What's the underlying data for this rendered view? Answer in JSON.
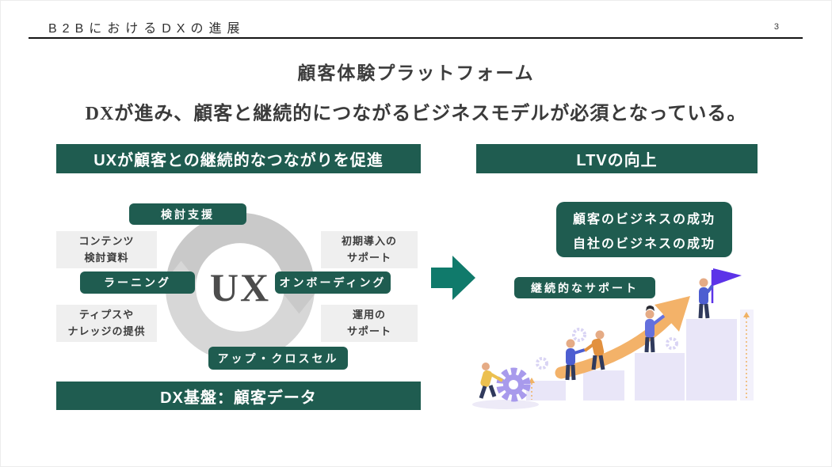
{
  "colors": {
    "brand_green": "#1f5c50",
    "flow_arrow_green": "#107a6b",
    "gray_box_bg": "#efefef",
    "cycle_gray": "#c9c9c9",
    "step_lavender": "#e9e6f8",
    "growth_arrow_orange": "#f3b269",
    "gear_purple": "#a89aec",
    "flag_purple": "#5c33e8"
  },
  "header": {
    "title": "B2BにおけるDXの進展",
    "page_number": "3"
  },
  "title": "顧客体験プラットフォーム",
  "subtitle": "DXが進み、顧客と継続的につながるビジネスモデルが必須となっている。",
  "left_section": {
    "header": "UXが顧客との継続的なつながりを促進",
    "cycle_center": "UX",
    "stage_top": "検討支援",
    "stage_left": "ラーニング",
    "stage_right": "オンボーディング",
    "stage_bottom": "アップ・クロスセル",
    "asset_top_left": {
      "line1": "コンテンツ",
      "line2": "検討資料"
    },
    "asset_top_right": {
      "line1": "初期導入の",
      "line2": "サポート"
    },
    "asset_bottom_left": {
      "line1": "ティプスや",
      "line2": "ナレッジの提供"
    },
    "asset_bottom_right": {
      "line1": "運用の",
      "line2": "サポート"
    },
    "footer": "DX基盤：顧客データ"
  },
  "right_section": {
    "header": "LTVの向上",
    "success_line1": "顧客のビジネスの成功",
    "success_line2": "自社のビジネスの成功",
    "support_label": "継続的なサポート"
  }
}
